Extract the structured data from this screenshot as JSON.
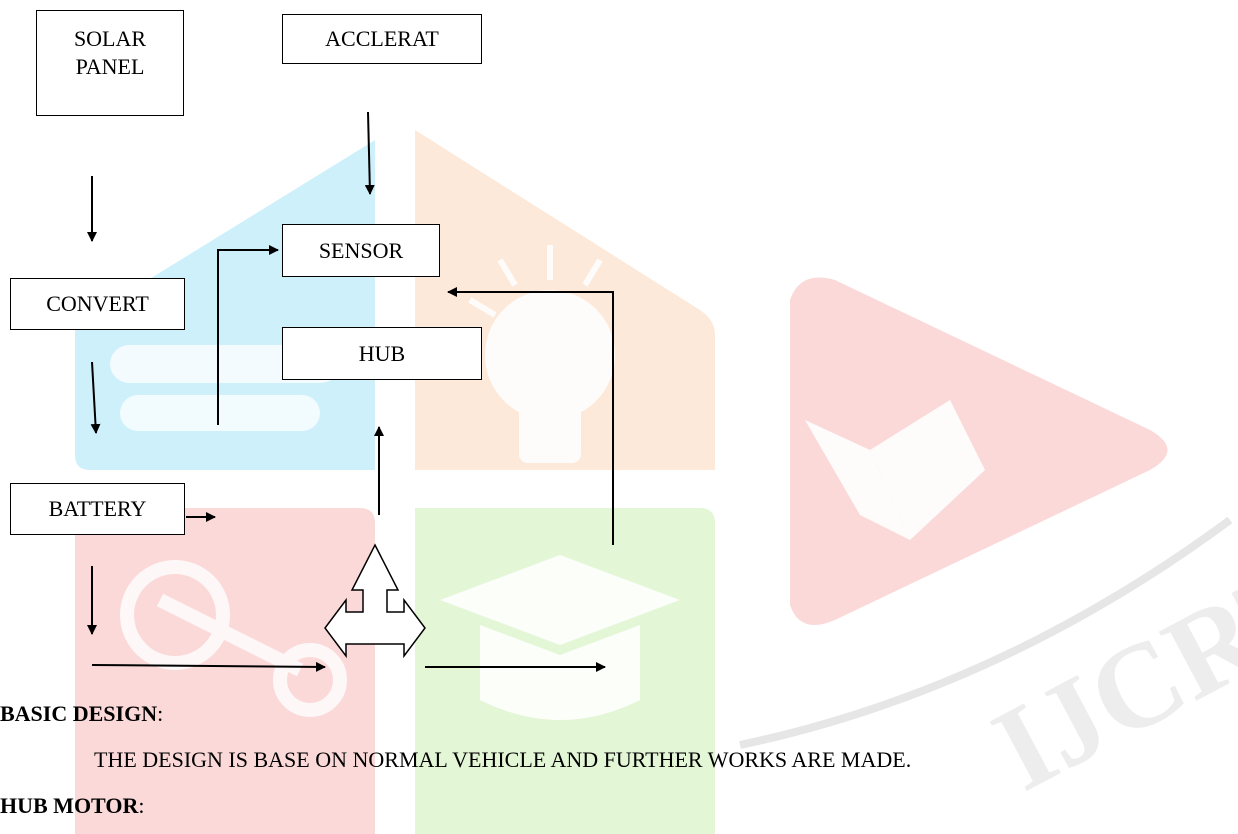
{
  "watermark": {
    "brand": "IJCRT",
    "colors": {
      "cyan": "#cdf0fb",
      "orange": "#fde9d9",
      "red": "#fbd9d9",
      "green": "#e3f6d6",
      "grey": "#e6e6e6"
    },
    "icons": [
      "gears-icon",
      "light-bulb-icon",
      "graduation-cap-icon",
      "book-icon",
      "play-icon"
    ]
  },
  "diagram": {
    "solar_panel": [
      "SOLAR",
      "PANEL"
    ],
    "accelerator": "ACCLERAT",
    "sensor": "SENSOR",
    "converter": "CONVERT",
    "hub": "HUB",
    "battery": "BATTERY"
  },
  "text": {
    "basic_design_heading": "BASIC DESIGN",
    "basic_design_colon": ":",
    "basic_design_body": "THE DESIGN IS BASE ON NORMAL VEHICLE AND  FURTHER WORKS ARE MADE.",
    "hub_motor_heading": "HUB MOTOR",
    "hub_motor_colon": ":"
  }
}
